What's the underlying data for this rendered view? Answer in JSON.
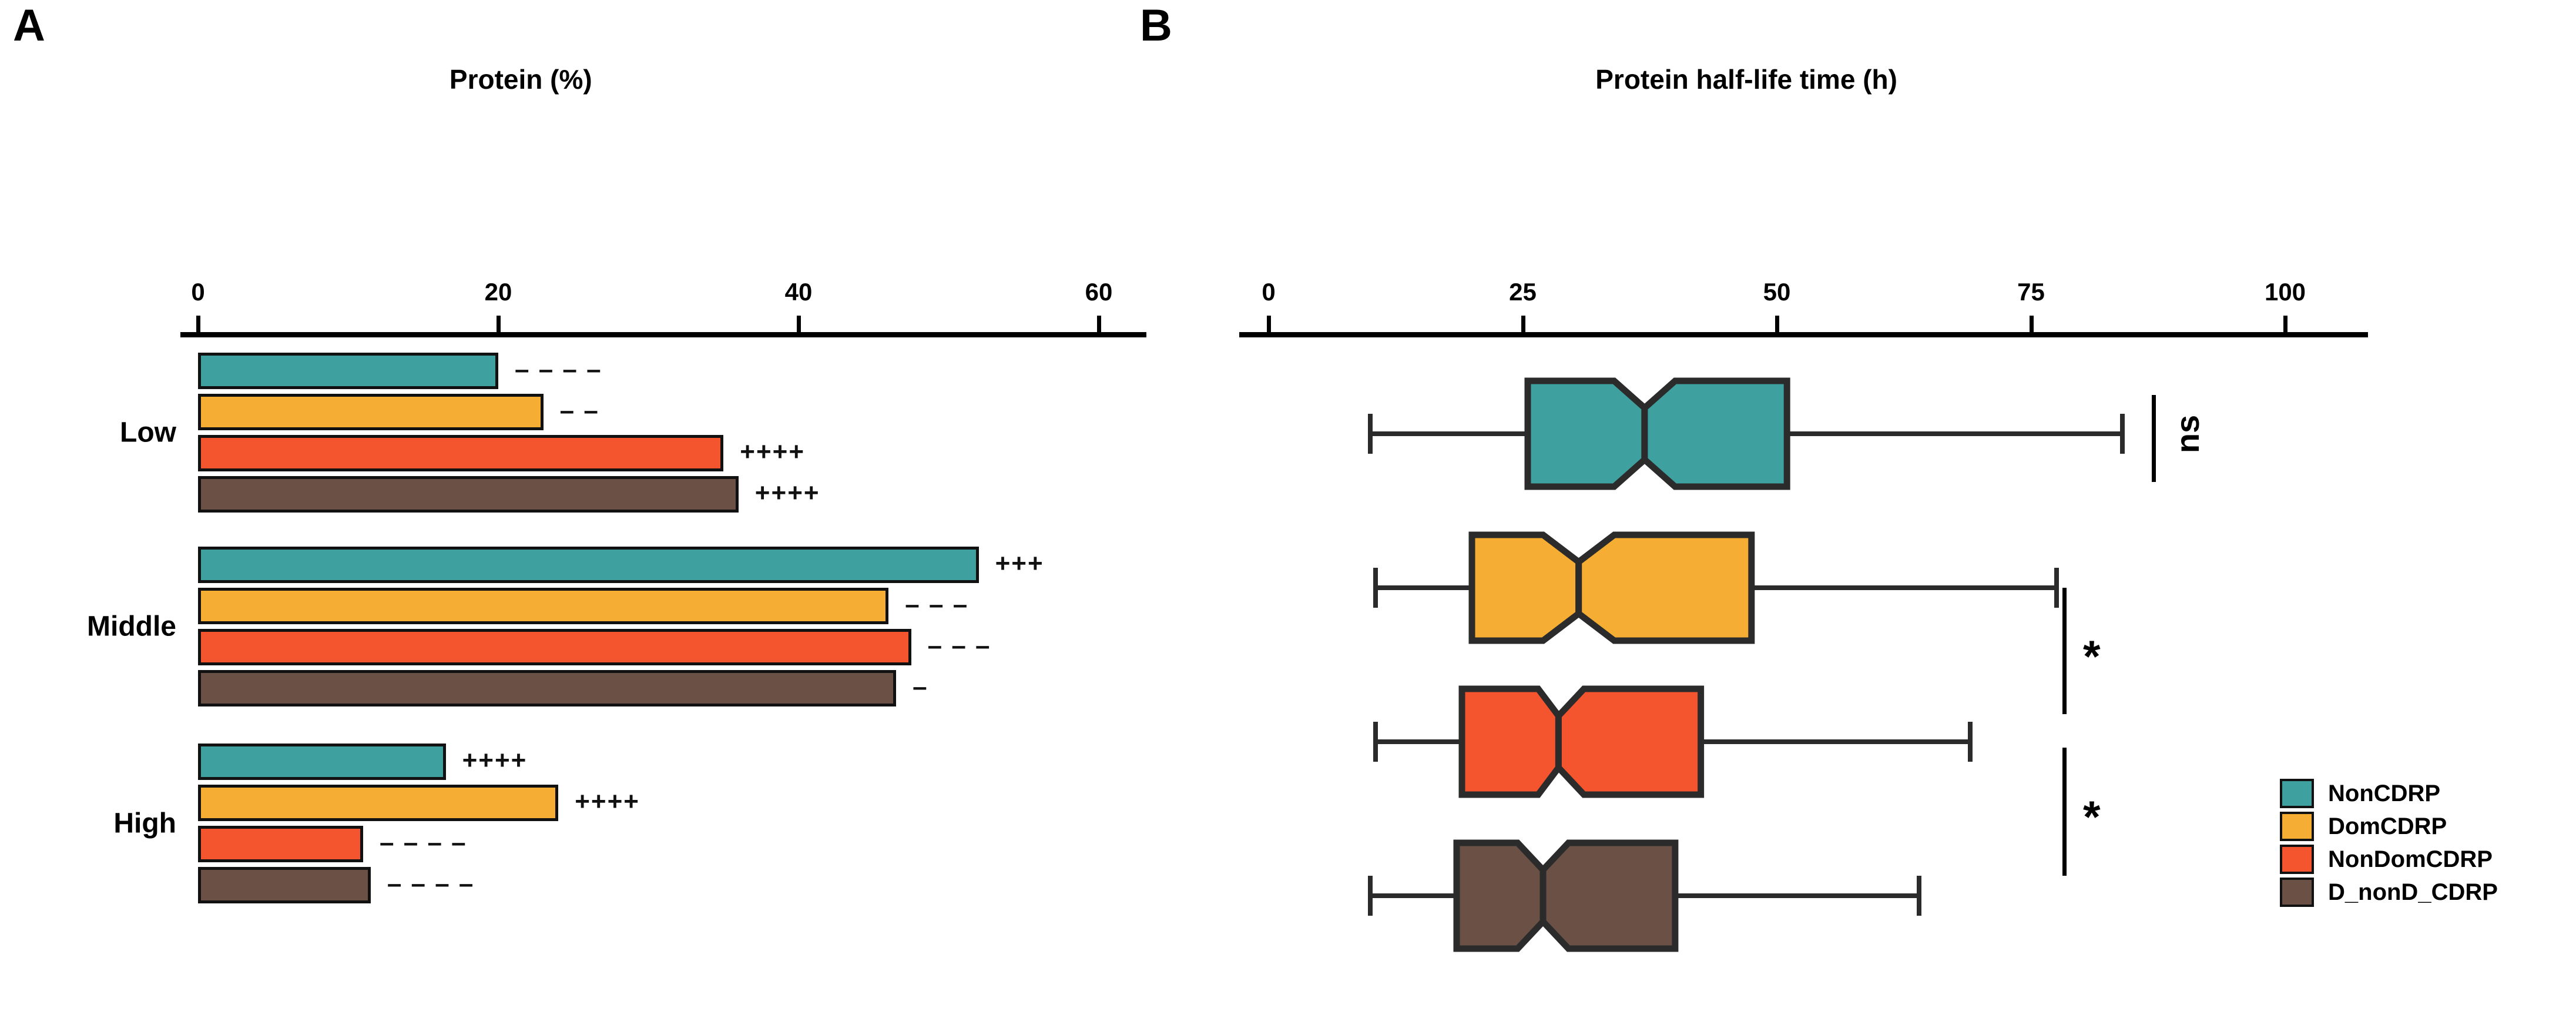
{
  "figure": {
    "panels": [
      {
        "letter": "A"
      },
      {
        "letter": "B"
      }
    ]
  },
  "colors": {
    "NonCDRP": "#3FA0A0",
    "DomCDRP": "#F5AD33",
    "NonDomCDRP": "#F4552F",
    "D_nonD_CDRP": "#6B5045",
    "outline": "#111111",
    "whisker": "#2b2b2b",
    "background": "#ffffff"
  },
  "legend": {
    "position": "right",
    "items": [
      {
        "label": "NonCDRP",
        "color": "#3FA0A0"
      },
      {
        "label": "DomCDRP",
        "color": "#F5AD33"
      },
      {
        "label": "NonDomCDRP",
        "color": "#F4552F"
      },
      {
        "label": "D_nonD_CDRP",
        "color": "#6B5045"
      }
    ]
  },
  "chart_data": [
    {
      "panel": "A",
      "type": "bar",
      "orientation": "horizontal",
      "title": "",
      "xlabel": "Protein (%)",
      "ylabel": "",
      "xlim": [
        0,
        62
      ],
      "xticks": [
        0,
        20,
        40,
        60
      ],
      "xtick_labels": [
        "0",
        "20",
        "40",
        "60"
      ],
      "grid": false,
      "categories": [
        "Low",
        "Middle",
        "High"
      ],
      "series": [
        {
          "name": "NonCDRP",
          "color": "#3FA0A0",
          "values": [
            20.0,
            52.0,
            16.5
          ]
        },
        {
          "name": "DomCDRP",
          "color": "#F5AD33",
          "values": [
            23.0,
            46.0,
            24.0
          ]
        },
        {
          "name": "NonDomCDRP",
          "color": "#F4552F",
          "values": [
            35.0,
            47.5,
            11.0
          ]
        },
        {
          "name": "D_nonD_CDRP",
          "color": "#6B5045",
          "values": [
            36.0,
            46.5,
            11.5
          ]
        }
      ],
      "annotations": {
        "Low": [
          "– – – –",
          "– –",
          "++++",
          "++++"
        ],
        "Middle": [
          "+++",
          "– – –",
          "– – –",
          "–"
        ],
        "High": [
          "++++",
          "++++",
          "– – – –",
          "– – – –"
        ]
      }
    },
    {
      "panel": "B",
      "type": "boxplot",
      "orientation": "horizontal",
      "notched": true,
      "title": "",
      "xlabel": "Protein half-life time (h)",
      "ylabel": "",
      "xlim": [
        0,
        107
      ],
      "xticks": [
        0,
        25,
        50,
        75,
        100
      ],
      "xtick_labels": [
        "0",
        "25",
        "50",
        "75",
        "100"
      ],
      "grid": false,
      "boxes": [
        {
          "name": "NonCDRP",
          "color": "#3FA0A0",
          "whisker_low": 10.0,
          "q1": 25.5,
          "median": 37.0,
          "q3": 51.0,
          "whisker_high": 84.0,
          "notch_low": 34.0,
          "notch_high": 40.0
        },
        {
          "name": "DomCDRP",
          "color": "#F5AD33",
          "whisker_low": 10.5,
          "q1": 20.0,
          "median": 30.5,
          "q3": 47.5,
          "whisker_high": 77.5,
          "notch_low": 27.0,
          "notch_high": 34.0
        },
        {
          "name": "NonDomCDRP",
          "color": "#F4552F",
          "whisker_low": 10.5,
          "q1": 19.0,
          "median": 28.5,
          "q3": 42.5,
          "whisker_high": 69.0,
          "notch_low": 26.5,
          "notch_high": 31.0
        },
        {
          "name": "D_nonD_CDRP",
          "color": "#6B5045",
          "whisker_low": 10.0,
          "q1": 18.5,
          "median": 27.0,
          "q3": 40.0,
          "whisker_high": 64.0,
          "notch_low": 24.5,
          "notch_high": 29.5
        }
      ],
      "significance": [
        {
          "label": "ns",
          "from": "NonCDRP",
          "to": "DomCDRP",
          "rotated": true
        },
        {
          "label": "*",
          "from": "DomCDRP",
          "to": "NonDomCDRP",
          "rotated": false
        },
        {
          "label": "*",
          "from": "NonDomCDRP",
          "to": "D_nonD_CDRP",
          "rotated": false
        }
      ]
    }
  ]
}
